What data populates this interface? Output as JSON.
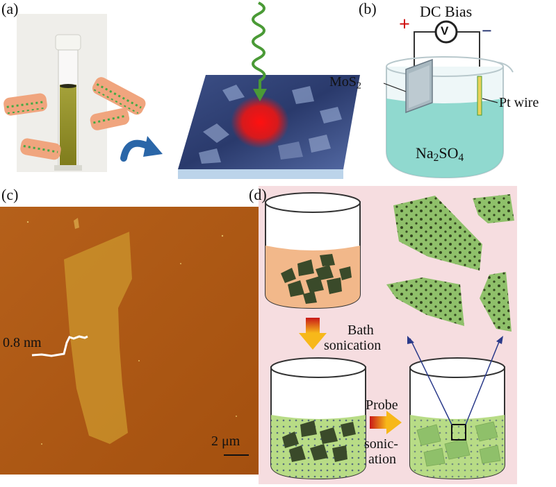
{
  "panels": {
    "a": {
      "label": "(a)"
    },
    "b": {
      "label": "(b)",
      "bias_label": "DC Bias",
      "plus_sign": "+",
      "minus_sign": "−",
      "voltmeter_symbol": "V",
      "electrode_label_main": "MoS",
      "electrode_label_sub": "2",
      "wire_label": "Pt wire",
      "electrolyte_main_1": "Na",
      "electrolyte_sub_1": "2",
      "electrolyte_main_2": "SO",
      "electrolyte_sub_2": "4"
    },
    "c": {
      "label": "(c)",
      "step_height": "0.8 nm",
      "scale_bar": "2 μm"
    },
    "d": {
      "label": "(d)",
      "step1_line1": "Bath",
      "step1_line2": "sonication",
      "step2_line1": "Probe",
      "step2_line2": "sonic-",
      "step2_line3": "ation"
    }
  },
  "colors": {
    "afm_background": "#b05a14",
    "afm_flake": "#c98f2a",
    "sheet_green": "#8fc06a",
    "flake_dark": "#3a4a2a",
    "panel_d_background": "#f6dde0",
    "solution_orange": "#f2b88a",
    "solution_green": "#b8dc86",
    "electrolyte": "#7fd4c8",
    "plus_red": "#d01010",
    "minus_navy": "#1a2a6a",
    "arrow_navy": "#2a3a8a"
  },
  "icons": [
    "cuvette-image",
    "flake-stack",
    "curved-arrow",
    "light-wave",
    "afm-topography",
    "voltmeter-icon",
    "beaker",
    "down-arrow",
    "right-arrow",
    "porous-sheet"
  ]
}
